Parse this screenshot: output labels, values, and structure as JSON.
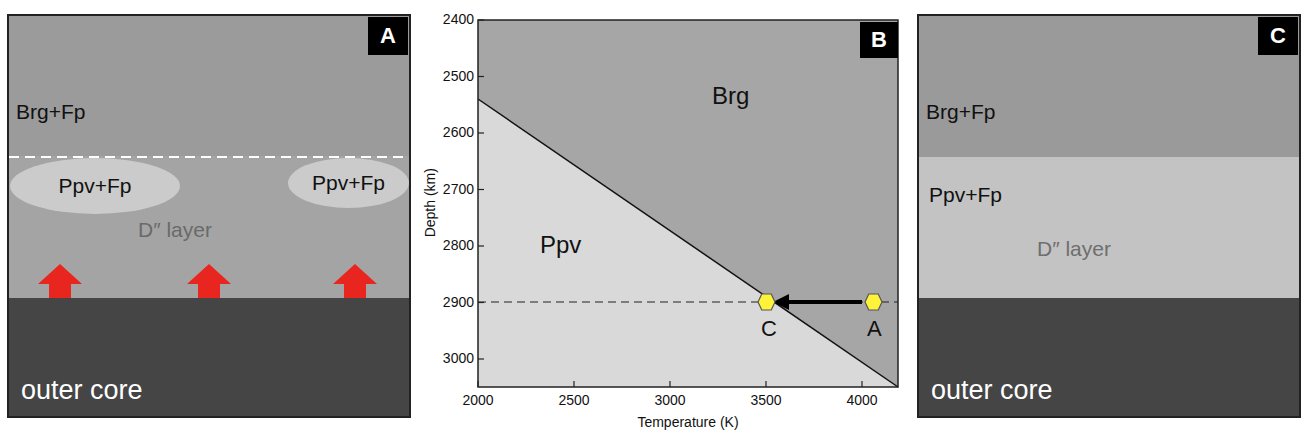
{
  "diagram": {
    "nodes": [
      {
        "text": [
          "A"
        ]
      },
      {
        "text": [
          "Ppv+Fp"
        ]
      },
      {
        "text": [
          "Ppv+Fp"
        ]
      },
      {
        "text": [
          "outer core"
        ]
      },
      {
        "text": [
          "B"
        ]
      },
      {
        "text": [
          "C"
        ]
      },
      {
        "text": [
          "A"
        ]
      },
      {
        "text": [
          "C"
        ]
      },
      {
        "text": [
          "Ppv+Fp",
          "D″ layer"
        ]
      },
      {
        "text": [
          "outer core"
        ]
      }
    ],
    "edges": [
      {
        "from": 6,
        "to": 5,
        "arrow": "to"
      }
    ],
    "labels": [
      "Brg+Fp",
      "D″ layer",
      "Brg",
      "Ppv",
      "2400",
      "2500",
      "2600",
      "2700",
      "2800",
      "2900",
      "3000",
      "2000",
      "2500",
      "3000",
      "3500",
      "4000",
      "Depth (km)",
      "Temperature (K)",
      "Brg+Fp"
    ]
  }
}
